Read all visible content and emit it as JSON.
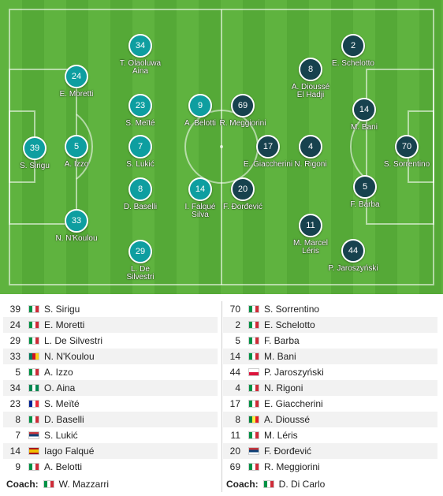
{
  "colors": {
    "pitch": "#5bae3b",
    "home": "#0e9ea0",
    "away": "#17424e"
  },
  "home_players_on_pitch": [
    {
      "number": "39",
      "name": "S. Sirigu"
    },
    {
      "number": "24",
      "name": "E. Moretti"
    },
    {
      "number": "5",
      "name": "A. Izzo"
    },
    {
      "number": "33",
      "name": "N. N'Koulou"
    },
    {
      "number": "34",
      "name": "T. Olaoluwa\nAina"
    },
    {
      "number": "23",
      "name": "S. Meïté"
    },
    {
      "number": "7",
      "name": "S. Lukić"
    },
    {
      "number": "8",
      "name": "D. Baselli"
    },
    {
      "number": "29",
      "name": "L. De\nSilvestri"
    },
    {
      "number": "9",
      "name": "A. Belotti"
    },
    {
      "number": "14",
      "name": "I. Falqué\nSilva"
    }
  ],
  "away_players_on_pitch": [
    {
      "number": "69",
      "name": "R. Meggiorini"
    },
    {
      "number": "20",
      "name": "F. Đorđević"
    },
    {
      "number": "17",
      "name": "E. Giaccherini"
    },
    {
      "number": "4",
      "name": "N. Rigoni"
    },
    {
      "number": "8",
      "name": "A. Dioussé\nEl Hadji"
    },
    {
      "number": "11",
      "name": "M. Marcel\nLéris"
    },
    {
      "number": "2",
      "name": "E. Schelotto"
    },
    {
      "number": "14",
      "name": "M. Bani"
    },
    {
      "number": "5",
      "name": "F. Barba"
    },
    {
      "number": "44",
      "name": "P. Jaroszyński"
    },
    {
      "number": "70",
      "name": "S. Sorrentino"
    }
  ],
  "home_lineup": [
    {
      "number": "39",
      "flag": "it",
      "name": "S. Sirigu"
    },
    {
      "number": "24",
      "flag": "it",
      "name": "E. Moretti"
    },
    {
      "number": "29",
      "flag": "it",
      "name": "L. De Silvestri"
    },
    {
      "number": "33",
      "flag": "cm",
      "name": "N. N'Koulou"
    },
    {
      "number": "5",
      "flag": "it",
      "name": "A. Izzo"
    },
    {
      "number": "34",
      "flag": "ng",
      "name": "O. Aina"
    },
    {
      "number": "23",
      "flag": "fr",
      "name": "S. Meïté"
    },
    {
      "number": "8",
      "flag": "it",
      "name": "D. Baselli"
    },
    {
      "number": "7",
      "flag": "rs",
      "name": "S. Lukić"
    },
    {
      "number": "14",
      "flag": "es",
      "name": "Iago Falqué"
    },
    {
      "number": "9",
      "flag": "it",
      "name": "A. Belotti"
    }
  ],
  "away_lineup": [
    {
      "number": "70",
      "flag": "it",
      "name": "S. Sorrentino"
    },
    {
      "number": "2",
      "flag": "it",
      "name": "E. Schelotto"
    },
    {
      "number": "5",
      "flag": "it",
      "name": "F. Barba"
    },
    {
      "number": "14",
      "flag": "it",
      "name": "M. Bani"
    },
    {
      "number": "44",
      "flag": "pl",
      "name": "P. Jaroszyński"
    },
    {
      "number": "4",
      "flag": "it",
      "name": "N. Rigoni"
    },
    {
      "number": "17",
      "flag": "it",
      "name": "E. Giaccherini"
    },
    {
      "number": "8",
      "flag": "sn",
      "name": "A. Dioussé"
    },
    {
      "number": "11",
      "flag": "it",
      "name": "M. Léris"
    },
    {
      "number": "20",
      "flag": "rs",
      "name": "F. Đorđević"
    },
    {
      "number": "69",
      "flag": "it",
      "name": "R. Meggiorini"
    }
  ],
  "coaches": {
    "label": "Coach:",
    "home": {
      "flag": "it",
      "name": "W. Mazzarri"
    },
    "away": {
      "flag": "it",
      "name": "D. Di Carlo"
    }
  }
}
